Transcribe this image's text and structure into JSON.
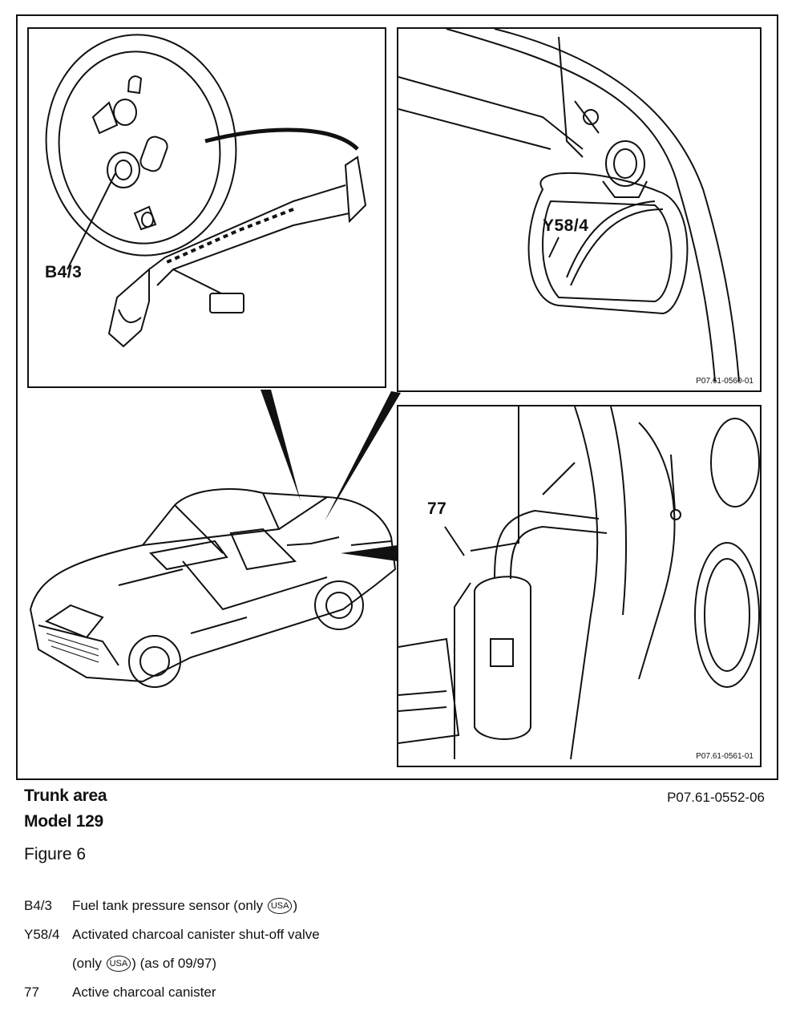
{
  "figure": {
    "title_line1": "Trunk area",
    "title_line2": "Model 129",
    "figure_label": "Figure 6",
    "reference_code": "P07.61-0552-06"
  },
  "panels": {
    "sensor": {
      "callout": "B4/3"
    },
    "valve": {
      "callout": "Y58/4",
      "code": "P07.61-0560-01"
    },
    "canister": {
      "callout": "77",
      "code": "P07.61-0561-01"
    }
  },
  "legend": {
    "badge_text": "USA",
    "items": [
      {
        "code": "B4/3",
        "text_before": "Fuel tank pressure sensor (only ",
        "text_after": ")"
      },
      {
        "code": "Y58/4",
        "text": "Activated charcoal canister shut-off valve"
      },
      {
        "code": "",
        "text_before": "(only ",
        "text_after": ") (as of 09/97)"
      },
      {
        "code": "77",
        "text": "Active charcoal canister"
      }
    ]
  }
}
